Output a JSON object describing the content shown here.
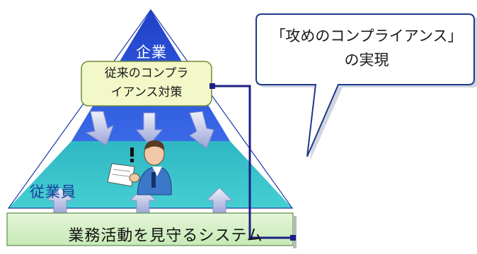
{
  "pyramid": {
    "top_label": "企業",
    "bottom_label": "従業員",
    "center_box": {
      "line1": "従来のコンプラ",
      "line2": "イアンス対策"
    }
  },
  "system_bar": {
    "label": "業務活動を見守るシステム"
  },
  "callout": {
    "line1": "「攻めのコンプライアンス」",
    "line2": "の実現"
  },
  "colors": {
    "pyramid_top": "#2b54d8",
    "pyramid_bottom": "#36c6cc",
    "center_box_fill": "#f3f8c8",
    "system_bar_fill": "#d6f0c8",
    "connector": "#1b1f86",
    "arrow_fill": "#c8ccea"
  },
  "icons": [
    "person-reading-icon",
    "exclamation-icon"
  ]
}
